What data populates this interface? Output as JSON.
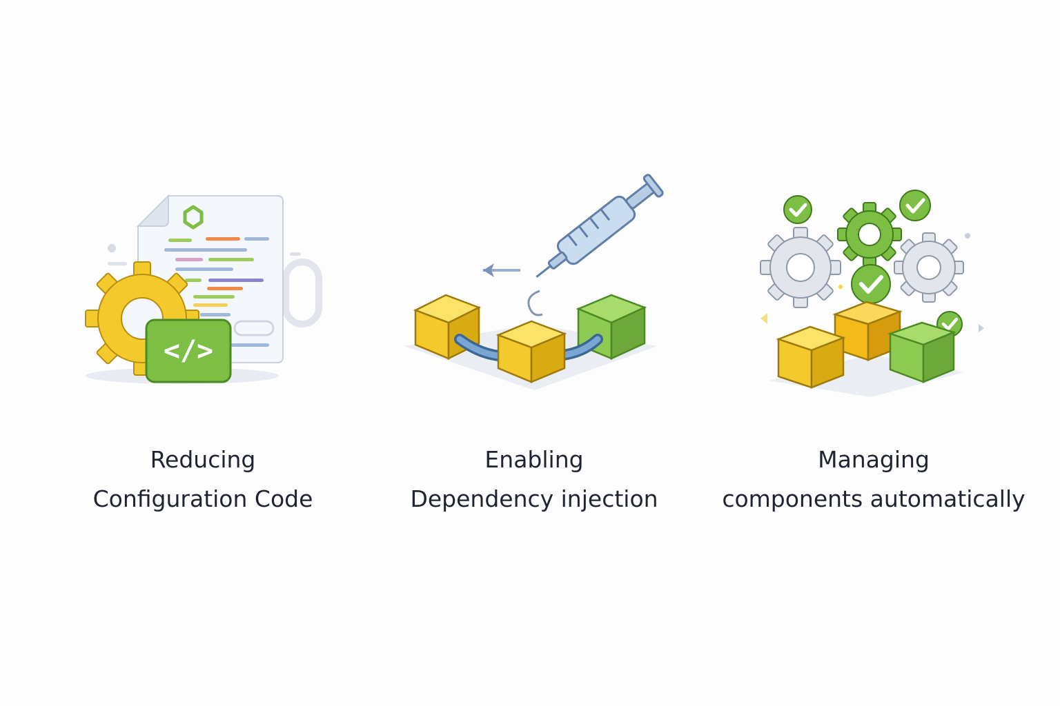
{
  "features": [
    {
      "line1": "Reducing",
      "line2": "Configuration Code",
      "icon": "config-code-icon"
    },
    {
      "line1": "Enabling",
      "line2": "Dependency injection",
      "icon": "dependency-injection-icon"
    },
    {
      "line1": "Managing",
      "line2": "components automatically",
      "icon": "component-management-icon"
    }
  ],
  "colors": {
    "yellow": "#f7cf2a",
    "green": "#7cbf44",
    "grey_gear": "#dfe3ea",
    "connector_blue": "#6f9cc9",
    "text": "#1f2430"
  }
}
